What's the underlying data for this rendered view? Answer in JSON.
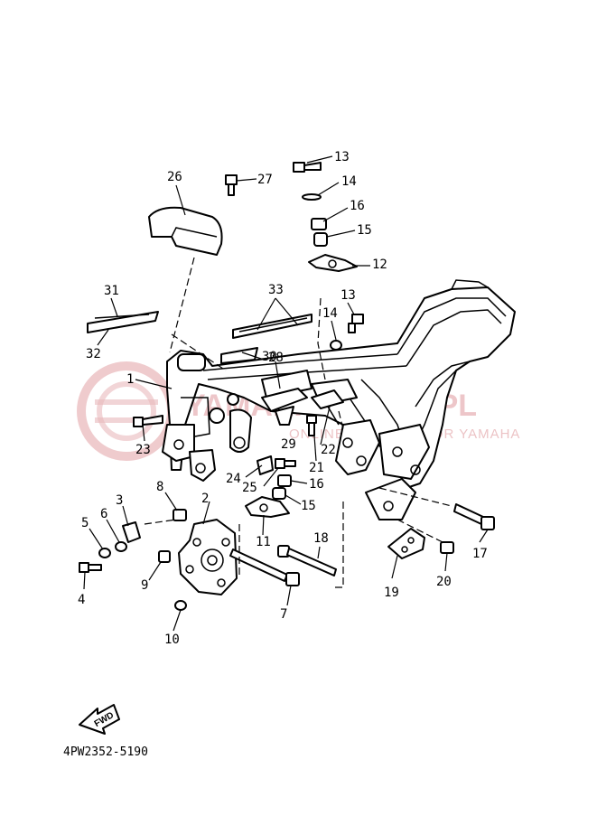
{
  "watermark": {
    "text": "YAMAHA-PARTS.PL",
    "subtext": "ONLINE CATALOG FOR YAMAHA",
    "color": "#e9b9bc"
  },
  "diagram_code": "4PW2352-5190",
  "fwd_label": "FWD",
  "callouts": [
    {
      "id": "1",
      "label": "1"
    },
    {
      "id": "2",
      "label": "2"
    },
    {
      "id": "3",
      "label": "3"
    },
    {
      "id": "4",
      "label": "4"
    },
    {
      "id": "5",
      "label": "5"
    },
    {
      "id": "6",
      "label": "6"
    },
    {
      "id": "7",
      "label": "7"
    },
    {
      "id": "8",
      "label": "8"
    },
    {
      "id": "9",
      "label": "9"
    },
    {
      "id": "10",
      "label": "10"
    },
    {
      "id": "11",
      "label": "11"
    },
    {
      "id": "12",
      "label": "12"
    },
    {
      "id": "13a",
      "label": "13"
    },
    {
      "id": "13b",
      "label": "13"
    },
    {
      "id": "14a",
      "label": "14"
    },
    {
      "id": "14b",
      "label": "14"
    },
    {
      "id": "15a",
      "label": "15"
    },
    {
      "id": "15b",
      "label": "15"
    },
    {
      "id": "16a",
      "label": "16"
    },
    {
      "id": "16b",
      "label": "16"
    },
    {
      "id": "17",
      "label": "17"
    },
    {
      "id": "18",
      "label": "18"
    },
    {
      "id": "19",
      "label": "19"
    },
    {
      "id": "20",
      "label": "20"
    },
    {
      "id": "21",
      "label": "21"
    },
    {
      "id": "22",
      "label": "22"
    },
    {
      "id": "23",
      "label": "23"
    },
    {
      "id": "24",
      "label": "24"
    },
    {
      "id": "25",
      "label": "25"
    },
    {
      "id": "26",
      "label": "26"
    },
    {
      "id": "27",
      "label": "27"
    },
    {
      "id": "28",
      "label": "28"
    },
    {
      "id": "29",
      "label": "29"
    },
    {
      "id": "30",
      "label": "30"
    },
    {
      "id": "31",
      "label": "31"
    },
    {
      "id": "32",
      "label": "32"
    },
    {
      "id": "33",
      "label": "33"
    }
  ]
}
